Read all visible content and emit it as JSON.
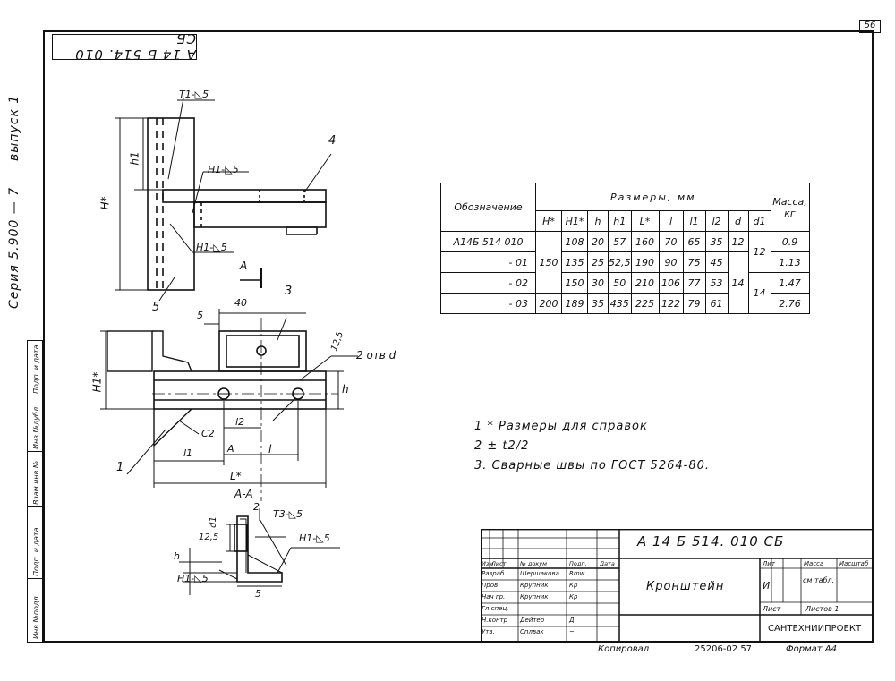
{
  "sheet": {
    "page_number": "56",
    "top_stamp": "А 14 Б 514. 010 СБ",
    "series_text": "Серия 5.900 — 7",
    "issue_text": "выпуск 1",
    "side_table_labels": [
      "Инв.№подл.",
      "Подп. и дата",
      "Взам.инв.№",
      "Инв.№дубл.",
      "Подп. и дата"
    ]
  },
  "drawing": {
    "labels": {
      "callout_1": "1",
      "callout_2": "2",
      "callout_3": "3",
      "callout_4": "4",
      "callout_5": "5",
      "weld_t1": "Т1-◺5",
      "weld_h1_top": "Н1-◺5",
      "weld_h1_mid": "Н1-◺5",
      "weld_t3": "Т3-◺5",
      "weld_h1_sec": "Н1-◺5",
      "weld_h1_left": "Н1-◺5",
      "dim_H": "H*",
      "dim_h1": "h1",
      "dim_H1": "H1*",
      "dim_h": "h",
      "dim_40": "40",
      "dim_5_top": "5",
      "dim_5_sec": "5",
      "dim_12_5_right": "12,5",
      "dim_12_5_sec": "12,5",
      "holes": "2 отв d",
      "chamfer": "С2",
      "dim_l2": "l2",
      "dim_l1": "l1",
      "dim_A_dim": "A",
      "dim_l": "l",
      "dim_L": "L*",
      "section_mark": "A",
      "section_title": "A-A",
      "dim_d1": "d1",
      "sec_h": "h"
    }
  },
  "table": {
    "header_designation": "Обозначение",
    "header_dimensions": "Размеры, мм",
    "header_mass": "Масса, кг",
    "columns": [
      "H*",
      "H1*",
      "h",
      "h1",
      "L*",
      "l",
      "l1",
      "l2",
      "d",
      "d1"
    ],
    "rows": [
      {
        "designation": "А14Б 514 010",
        "H": "",
        "H1": "108",
        "h": "20",
        "h1": "57",
        "L": "160",
        "l": "70",
        "l1": "65",
        "l2": "35",
        "d": "12",
        "mass": "0.9"
      },
      {
        "designation": "- 01",
        "H": "150",
        "H1": "135",
        "h": "25",
        "h1": "52,5",
        "L": "190",
        "l": "90",
        "l1": "75",
        "l2": "45",
        "mass": "1.13"
      },
      {
        "designation": "- 02",
        "H1": "150",
        "h": "30",
        "h1": "50",
        "L": "210",
        "l": "106",
        "l1": "77",
        "l2": "53",
        "mass": "1.47"
      },
      {
        "designation": "- 03",
        "H": "200",
        "H1": "189",
        "h": "35",
        "h1": "435",
        "L": "225",
        "l": "122",
        "l1": "79",
        "l2": "61",
        "mass": "2.76"
      }
    ],
    "merged": {
      "d_rows_2_4": "14",
      "d1_rows_1_2": "12",
      "d1_rows_3_4": "14"
    }
  },
  "notes": [
    "1 * Размеры для справок",
    "2 ± t2/2",
    "3. Сварные швы по ГОСТ 5264-80."
  ],
  "title_block": {
    "designation": "А 14 Б 514. 010 СБ",
    "name": "Кронштейн",
    "org": "САНТЕХНИИПРОЕКТ",
    "lit_header": "Лит",
    "mass_header": "Масса",
    "scale_header": "Масштаб",
    "lit_value": "И",
    "mass_value": "см табл.",
    "scale_value": "—",
    "sheet_label": "Лист",
    "sheets_label": "Листов 1",
    "row_headers": [
      "Изм",
      "Лист",
      "№ докум",
      "Подп.",
      "Дата"
    ],
    "roles": [
      {
        "role": "Разраб",
        "person": "Шершакова",
        "sign": "Rmw"
      },
      {
        "role": "Пров",
        "person": "Крупник",
        "sign": "Кр"
      },
      {
        "role": "Нач гр.",
        "person": "Крупник",
        "sign": "Кр"
      },
      {
        "role": "Гл.спец.",
        "person": "",
        "sign": ""
      },
      {
        "role": "Н.контр",
        "person": "Дейтер",
        "sign": "Д"
      },
      {
        "role": "Утв.",
        "person": "Сплвак",
        "sign": "~"
      }
    ]
  },
  "footer": {
    "copied": "Копировал",
    "code": "25206-02 57",
    "format": "Формат А4"
  }
}
